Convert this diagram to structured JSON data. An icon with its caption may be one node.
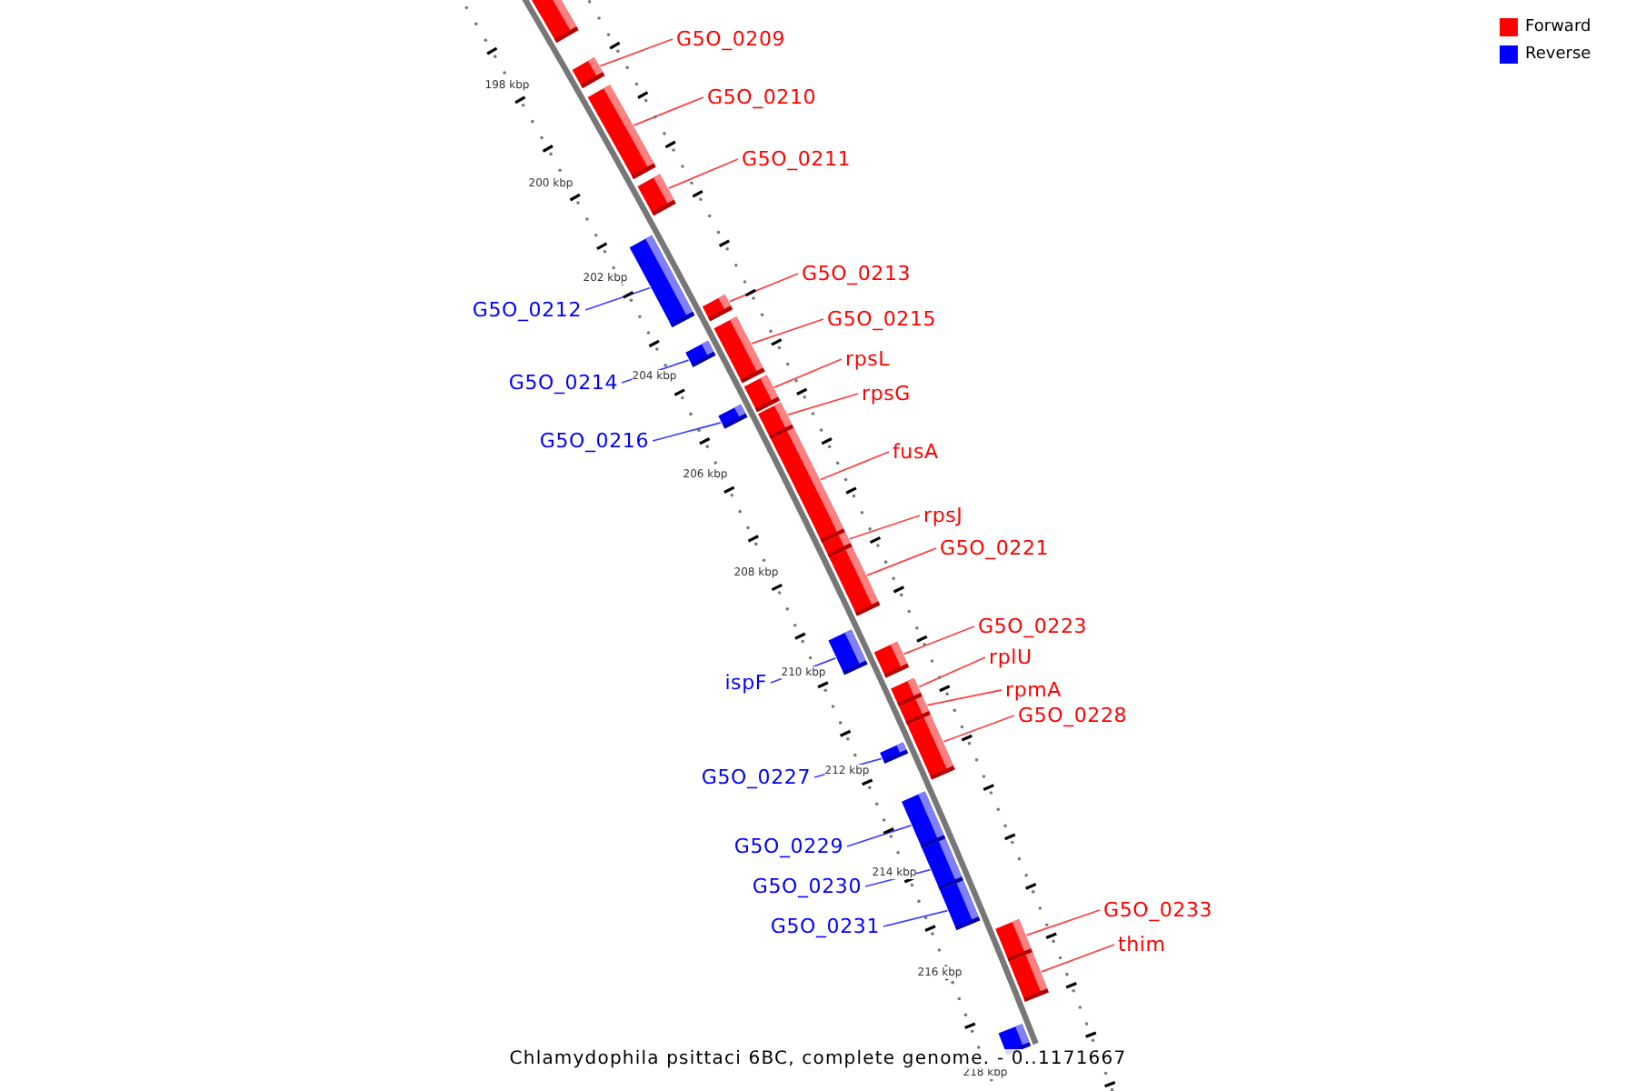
{
  "diagram": {
    "caption": "Chlamydophila psittaci 6BC, complete genome. - 0..1171667",
    "nodes": [
      {
        "text": [],
        "shape": "bar"
      },
      {
        "text": [],
        "shape": "bar"
      },
      {
        "text": [
          "G5O_0209"
        ]
      },
      {
        "text": [],
        "shape": "bar"
      },
      {
        "text": [
          "G5O_0210"
        ]
      },
      {
        "text": [],
        "shape": "bar"
      },
      {
        "text": [
          "G5O_0211"
        ]
      },
      {
        "text": [],
        "shape": "bar"
      },
      {
        "text": [
          "G5O_0212"
        ]
      },
      {
        "text": [],
        "shape": "bar"
      },
      {
        "text": [
          "G5O_0213"
        ]
      },
      {
        "text": [],
        "shape": "bar"
      },
      {
        "text": [
          "G5O_0214"
        ]
      },
      {
        "text": [],
        "shape": "bar"
      },
      {
        "text": [
          "G5O_0215"
        ]
      },
      {
        "text": [],
        "shape": "bar"
      },
      {
        "text": [
          "rpsL"
        ]
      },
      {
        "text": [],
        "shape": "bar"
      },
      {
        "text": [
          "G5O_0216"
        ]
      },
      {
        "text": [],
        "shape": "bar"
      },
      {
        "text": [
          "rpsG"
        ]
      },
      {
        "text": [],
        "shape": "bar"
      },
      {
        "text": [
          "fusA"
        ]
      },
      {
        "text": [],
        "shape": "bar"
      },
      {
        "text": [
          "rpsJ"
        ]
      },
      {
        "text": [],
        "shape": "bar"
      },
      {
        "text": [
          "G5O_0221"
        ]
      },
      {
        "text": [],
        "shape": "bar"
      },
      {
        "text": [
          "ispF"
        ]
      },
      {
        "text": [],
        "shape": "bar"
      },
      {
        "text": [
          "G5O_0223"
        ]
      },
      {
        "text": [],
        "shape": "bar"
      },
      {
        "text": [
          "rplU"
        ]
      },
      {
        "text": [],
        "shape": "bar"
      },
      {
        "text": [
          "rpmA"
        ]
      },
      {
        "text": [],
        "shape": "bar"
      },
      {
        "text": [
          "G5O_0228"
        ]
      },
      {
        "text": [],
        "shape": "bar"
      },
      {
        "text": [
          "G5O_0227"
        ]
      },
      {
        "text": [],
        "shape": "bar"
      },
      {
        "text": [
          "G5O_0229"
        ]
      },
      {
        "text": [],
        "shape": "bar"
      },
      {
        "text": [
          "G5O_0230"
        ]
      },
      {
        "text": [],
        "shape": "bar"
      },
      {
        "text": [
          "G5O_0231"
        ]
      },
      {
        "text": [],
        "shape": "bar"
      },
      {
        "text": [
          "G5O_0233"
        ]
      },
      {
        "text": [],
        "shape": "bar"
      },
      {
        "text": [
          "thim"
        ]
      },
      {
        "text": [],
        "shape": "bar"
      }
    ],
    "edges": [
      {
        "from": 2,
        "to": 1,
        "arrow": "none"
      },
      {
        "from": 4,
        "to": 3,
        "arrow": "none"
      },
      {
        "from": 6,
        "to": 5,
        "arrow": "none"
      },
      {
        "from": 8,
        "to": 7,
        "arrow": "none",
        "color": "#0000ff"
      },
      {
        "from": 10,
        "to": 9,
        "arrow": "none"
      },
      {
        "from": 12,
        "to": 11,
        "arrow": "none",
        "color": "#0000ff"
      },
      {
        "from": 14,
        "to": 13,
        "arrow": "none"
      },
      {
        "from": 16,
        "to": 15,
        "arrow": "none"
      },
      {
        "from": 18,
        "to": 17,
        "arrow": "none",
        "color": "#0000ff"
      },
      {
        "from": 20,
        "to": 19,
        "arrow": "none"
      },
      {
        "from": 22,
        "to": 21,
        "arrow": "none"
      },
      {
        "from": 24,
        "to": 23,
        "arrow": "none"
      },
      {
        "from": 26,
        "to": 25,
        "arrow": "none"
      },
      {
        "from": 28,
        "to": 27,
        "arrow": "none",
        "color": "#0000ff"
      },
      {
        "from": 30,
        "to": 29,
        "arrow": "none"
      },
      {
        "from": 32,
        "to": 31,
        "arrow": "none"
      },
      {
        "from": 34,
        "to": 33,
        "arrow": "none"
      },
      {
        "from": 36,
        "to": 35,
        "arrow": "none"
      },
      {
        "from": 38,
        "to": 37,
        "arrow": "none",
        "color": "#0000ff"
      },
      {
        "from": 40,
        "to": 39,
        "arrow": "none",
        "color": "#0000ff"
      },
      {
        "from": 42,
        "to": 41,
        "arrow": "none",
        "color": "#0000ff"
      },
      {
        "from": 44,
        "to": 43,
        "arrow": "none",
        "color": "#0000ff"
      },
      {
        "from": 46,
        "to": 45,
        "arrow": "none"
      },
      {
        "from": 48,
        "to": 47,
        "arrow": "none"
      }
    ],
    "labels": [
      "198 kbp",
      "200 kbp",
      "202 kbp",
      "204 kbp",
      "206 kbp",
      "208 kbp",
      "210 kbp",
      "212 kbp",
      "214 kbp",
      "216 kbp",
      "218 kbp"
    ],
    "legend": [
      {
        "text": "Forward",
        "color": "#ff0000"
      },
      {
        "text": "Reverse",
        "color": "#0000ff"
      }
    ]
  }
}
